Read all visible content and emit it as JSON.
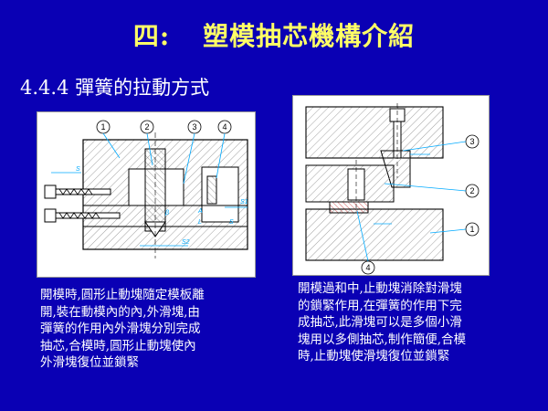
{
  "slide": {
    "title_number": "四:",
    "title_text": "塑模抽芯機構介紹",
    "subtitle": "4.4.4  彈簧的拉動方式"
  },
  "figure_left": {
    "callouts": [
      "1",
      "2",
      "3",
      "4"
    ],
    "dim_labels": [
      "S",
      "S1",
      "S2",
      "β",
      "A",
      "L",
      "S"
    ]
  },
  "figure_right": {
    "callouts": [
      "1",
      "2",
      "3",
      "4"
    ]
  },
  "captions": {
    "left": [
      "開模時,圓形止動塊隨定模板離",
      "開,裝在動模內的內,外滑塊,由",
      "彈簧的作用內外滑塊分別完成",
      "抽芯,合模時,圓形止動塊使內",
      "外滑塊復位並鎖緊"
    ],
    "right": [
      "開模過和中,止動塊消除對滑塊",
      "的鎖緊作用,在彈簧的作用下完",
      "成抽芯,此滑塊可以是多個小滑",
      "塊用以多側抽芯,制作簡便,合模",
      "時,止動塊使滑塊復位並鎖緊"
    ]
  },
  "colors": {
    "background": "#0a00b4",
    "title": "#ffff66",
    "text": "#ffffff",
    "callout_line": "#00aaff"
  }
}
